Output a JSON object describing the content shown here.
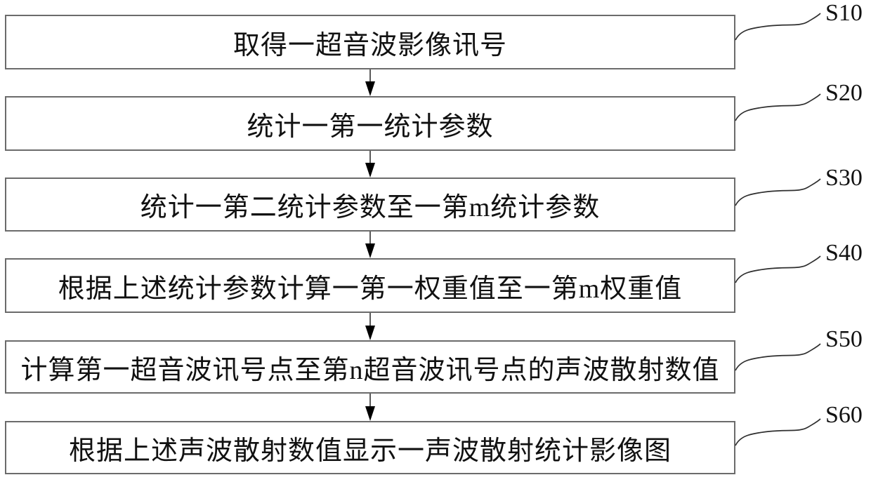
{
  "figure": {
    "type": "flowchart",
    "steps": [
      {
        "label": "S10",
        "text": "取得一超音波影像讯号"
      },
      {
        "label": "S20",
        "text": "统计一第一统计参数"
      },
      {
        "label": "S30",
        "text": "统计一第二统计参数至一第m统计参数"
      },
      {
        "label": "S40",
        "text": "根据上述统计参数计算一第一权重值至一第m权重值"
      },
      {
        "label": "S50",
        "text": "计算第一超音波讯号点至第n超音波讯号点的声波散射数值"
      },
      {
        "label": "S60",
        "text": "根据上述声波散射数值显示一声波散射统计影像图"
      }
    ],
    "colors": {
      "line": "#2f2f2f",
      "box_border": "#6b6b6b",
      "text": "#111111",
      "background": "#ffffff"
    }
  }
}
